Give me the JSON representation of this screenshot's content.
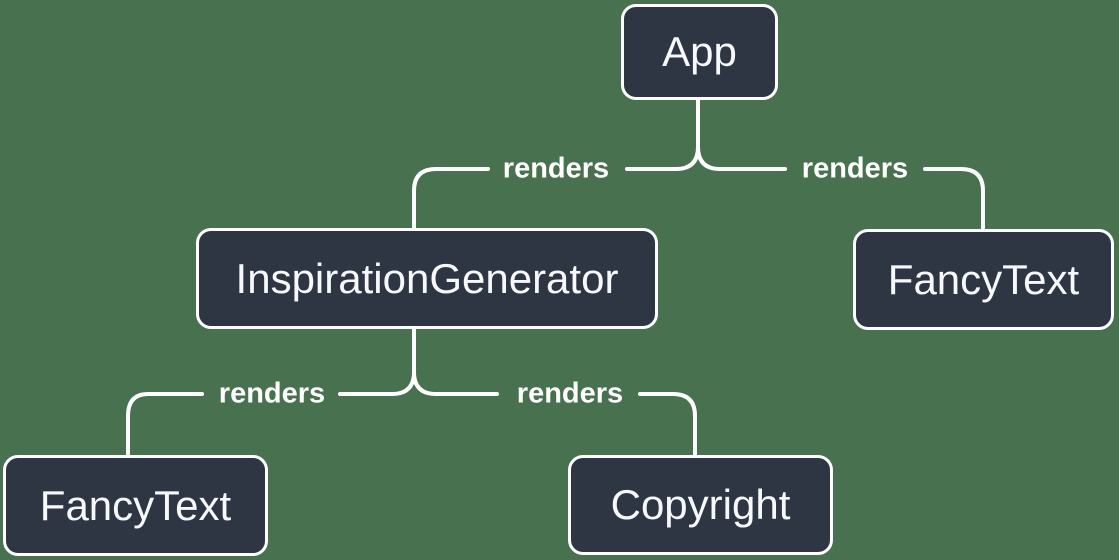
{
  "diagram": {
    "type": "component-render-tree",
    "colors": {
      "background": "#48714F",
      "node_fill": "#2E3543",
      "node_border": "#FFFFFF",
      "edge_line": "#FFFFFF",
      "text": "#F7F8FA"
    },
    "nodes": [
      {
        "id": "app",
        "label": "App"
      },
      {
        "id": "inspiration-generator",
        "label": "InspirationGenerator"
      },
      {
        "id": "fancy-text-top",
        "label": "FancyText"
      },
      {
        "id": "fancy-text-bottom",
        "label": "FancyText"
      },
      {
        "id": "copyright",
        "label": "Copyright"
      }
    ],
    "edges": [
      {
        "from": "App",
        "to": "InspirationGenerator",
        "label": "renders"
      },
      {
        "from": "App",
        "to": "FancyText",
        "label": "renders"
      },
      {
        "from": "InspirationGenerator",
        "to": "FancyText",
        "label": "renders"
      },
      {
        "from": "InspirationGenerator",
        "to": "Copyright",
        "label": "renders"
      }
    ]
  }
}
